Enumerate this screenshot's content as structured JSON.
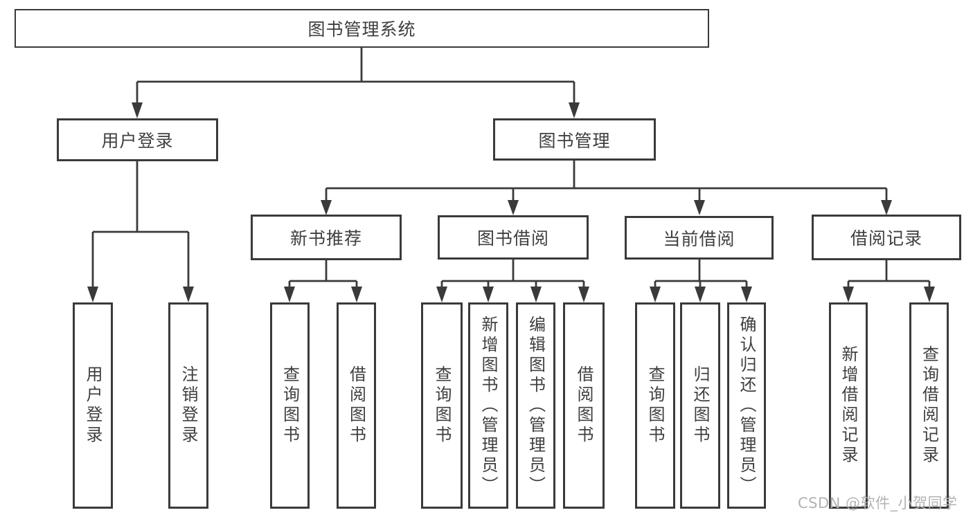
{
  "colors": {
    "line": "#3a3a3a",
    "text": "#3f3f3f",
    "background": "#ffffff",
    "watermark": "#b3b3b3"
  },
  "tree": {
    "root": {
      "label": "图书管理系统"
    },
    "branches": [
      {
        "label": "用户登录",
        "children": [
          {
            "label": "用户登录"
          },
          {
            "label": "注销登录"
          }
        ]
      },
      {
        "label": "图书管理",
        "children": [
          {
            "label": "新书推荐",
            "children": [
              {
                "label": "查询图书"
              },
              {
                "label": "借阅图书"
              }
            ]
          },
          {
            "label": "图书借阅",
            "children": [
              {
                "label": "查询图书"
              },
              {
                "label": "新增图书（管理员）"
              },
              {
                "label": "编辑图书（管理员）"
              },
              {
                "label": "借阅图书"
              }
            ]
          },
          {
            "label": "当前借阅",
            "children": [
              {
                "label": "查询图书"
              },
              {
                "label": "归还图书"
              },
              {
                "label": "确认归还（管理员）"
              }
            ]
          },
          {
            "label": "借阅记录",
            "children": [
              {
                "label": "新增借阅记录"
              },
              {
                "label": "查询借阅记录"
              }
            ]
          }
        ]
      }
    ]
  },
  "watermark": {
    "text": "CSDN @软件_小贺同学"
  }
}
